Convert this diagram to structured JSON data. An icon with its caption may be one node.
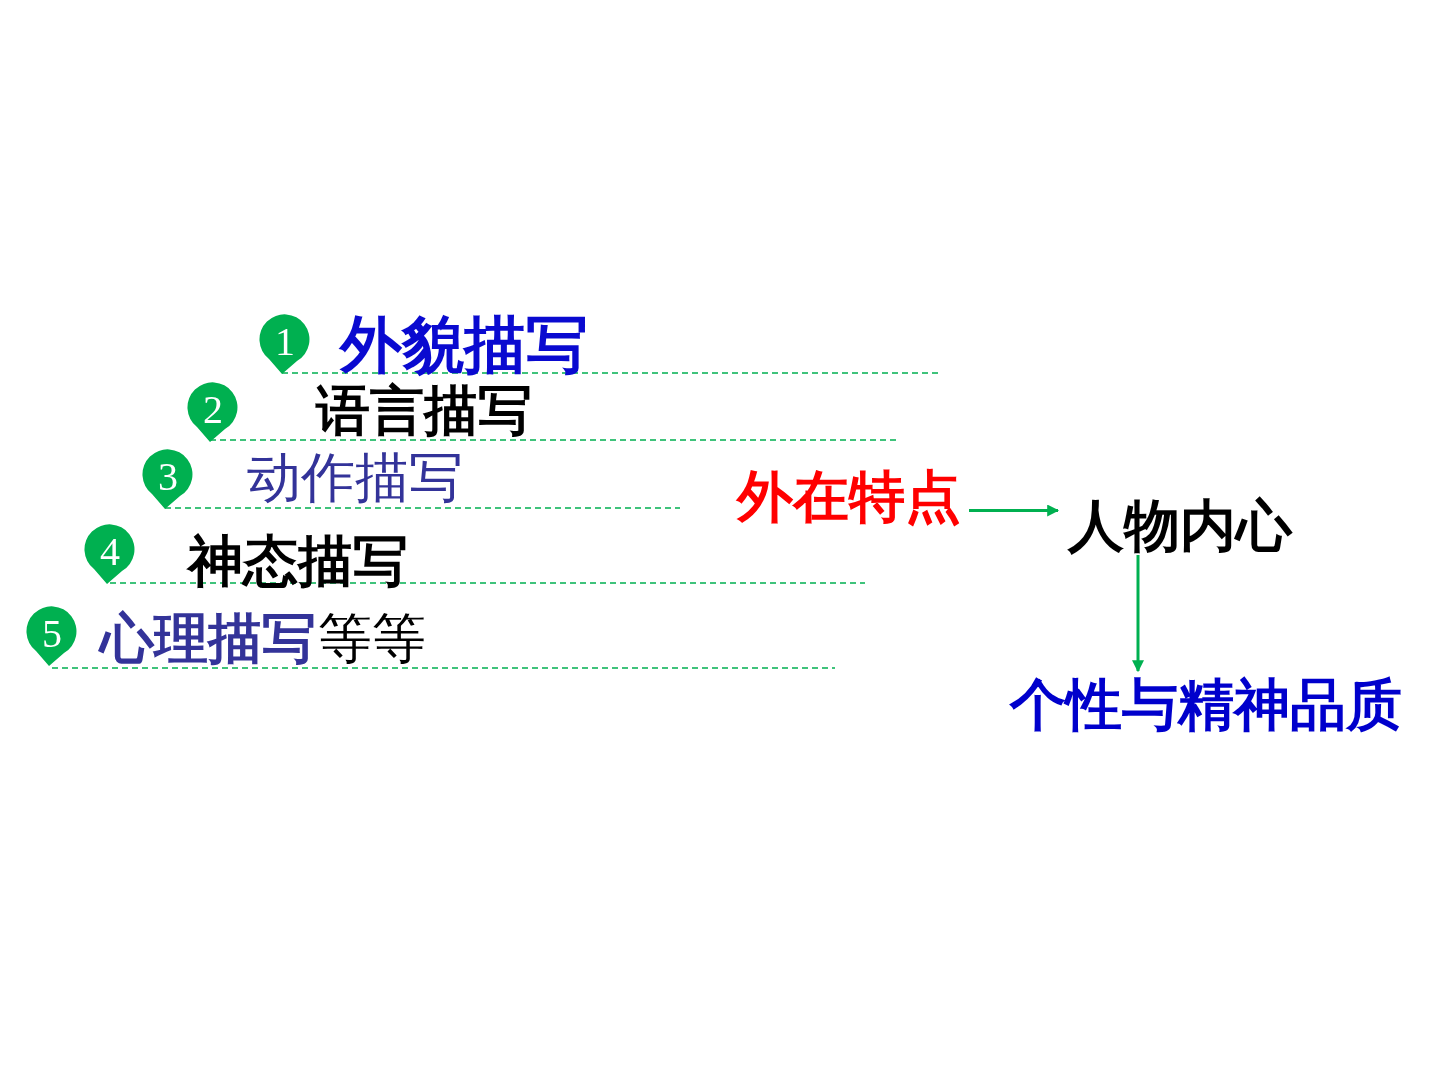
{
  "diagram": {
    "nodes": [
      {
        "text": [
          "外在特点"
        ]
      },
      {
        "text": [
          "人物内心"
        ]
      },
      {
        "text": [
          "个性与精神品质"
        ]
      }
    ],
    "edges": [
      {
        "from": 0,
        "to": 1,
        "arrow": "to"
      },
      {
        "from": 1,
        "to": 2,
        "arrow": "to"
      }
    ],
    "labels": [
      "1",
      "外貌描写",
      "2",
      "语言描写",
      "3",
      "动作描写",
      "4",
      "神态描写",
      "5",
      "心理描写",
      "等等"
    ]
  }
}
